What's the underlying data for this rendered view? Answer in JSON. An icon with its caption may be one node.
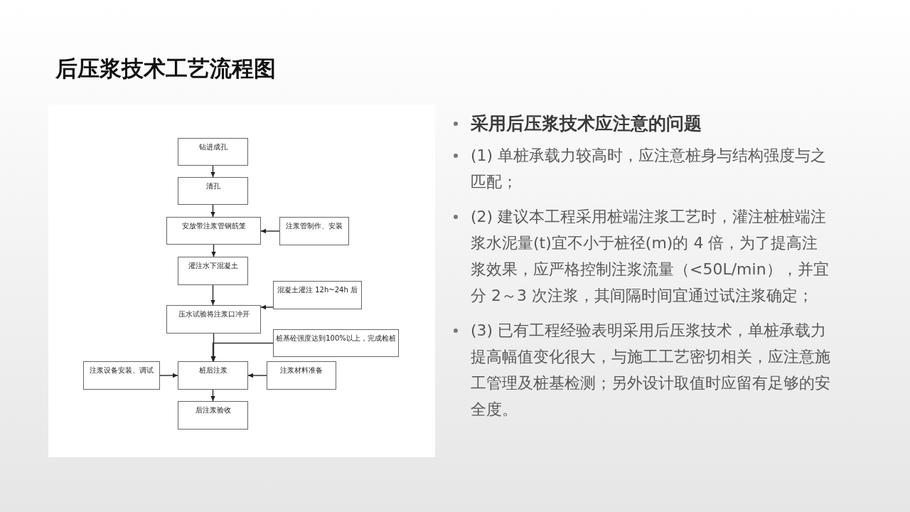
{
  "diagram": {
    "title": "后压浆技术工艺流程图",
    "nodes": [
      {
        "text": [
          "钻进成孔"
        ]
      },
      {
        "text": [
          "清孔"
        ]
      },
      {
        "text": [
          "安放带注浆管钢筋笼"
        ]
      },
      {
        "text": [
          "注浆管制作、安装"
        ]
      },
      {
        "text": [
          "灌注水下混凝土"
        ]
      },
      {
        "text": [
          "混凝土灌注 12h~24h 后"
        ]
      },
      {
        "text": [
          "压水试验将注浆口冲开"
        ]
      },
      {
        "text": [
          "桩基砼强度达到100%以上，完成检桩"
        ]
      },
      {
        "text": [
          "注浆设备安装、调试"
        ]
      },
      {
        "text": [
          "桩后注浆"
        ]
      },
      {
        "text": [
          "注浆材料准备"
        ]
      },
      {
        "text": [
          "后注浆验收"
        ]
      }
    ],
    "edges": [
      {
        "from": 0,
        "to": 1,
        "arrow": "to"
      },
      {
        "from": 1,
        "to": 2,
        "arrow": "to"
      },
      {
        "from": 3,
        "to": 2,
        "arrow": "to"
      },
      {
        "from": 2,
        "to": 4,
        "arrow": "to"
      },
      {
        "from": 4,
        "to": 6,
        "arrow": "to"
      },
      {
        "from": 5,
        "to": 6,
        "arrow": "to"
      },
      {
        "from": 6,
        "to": 9,
        "arrow": "to"
      },
      {
        "from": 7,
        "to": 9,
        "arrow": "to"
      },
      {
        "from": 8,
        "to": 9,
        "arrow": "to"
      },
      {
        "from": 10,
        "to": 9,
        "arrow": "to"
      },
      {
        "from": 9,
        "to": 11,
        "arrow": "to"
      }
    ],
    "labels": [
      "采用后压浆技术应注意的问题",
      "(1) 单桩承载力较高时，应注意桩身与结构强度与之匹配；",
      "(2) 建议本工程采用桩端注浆工艺时，灌注桩桩端注浆水泥量(t)宜不小于桩径(m)的 4 倍，为了提高注浆效果，应严格控制注浆流量（<50L/min），并宜分 2～3 次注浆，其间隔时间宜通过试注浆确定；",
      "(3) 已有工程经验表明采用后压浆技术，单桩承载力提高幅值变化很大，与施工工艺密切相关，应注意施工管理及桩基检测；另外设计取值时应留有足够的安全度。"
    ]
  }
}
